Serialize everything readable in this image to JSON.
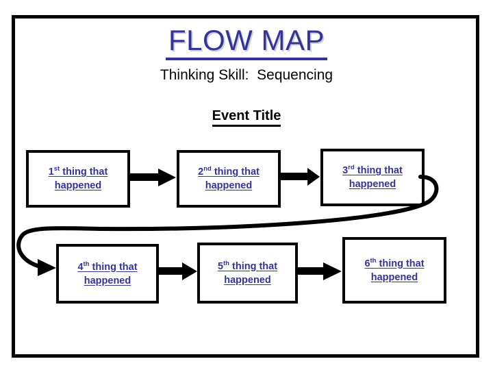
{
  "slide": {
    "main_title": "FLOW MAP",
    "subtitle": "Thinking Skill:  Sequencing",
    "event_title": "Event Title",
    "title_color": "#333399",
    "text_color": "#333399",
    "border_color": "#000000",
    "background": "#ffffff"
  },
  "flow": {
    "rows": [
      {
        "boxes": [
          {
            "ordinal": "1",
            "suffix": "st",
            "line1": " thing that",
            "line2": "happened",
            "full_text": "1st thing that happened"
          },
          {
            "ordinal": "2",
            "suffix": "nd",
            "line1": " thing that",
            "line2": "happened",
            "full_text": "2nd thing that happened"
          },
          {
            "ordinal": "3",
            "suffix": "rd",
            "line1": " thing that",
            "line2": "happened",
            "full_text": "3rd thing that happened"
          }
        ]
      },
      {
        "boxes": [
          {
            "ordinal": "4",
            "suffix": "th",
            "line1": "  thing that",
            "line2": "happened",
            "full_text": "4th  thing that happened"
          },
          {
            "ordinal": "5",
            "suffix": "th",
            "line1": " thing that",
            "line2": "happened",
            "full_text": "5th thing that happened"
          },
          {
            "ordinal": "6",
            "suffix": "th",
            "line1": " thing that",
            "line2": "happened",
            "full_text": "6th thing that happened"
          }
        ]
      }
    ],
    "connectors": [
      {
        "name": "arrow-box1-to-box2",
        "kind": "straight-arrow-right"
      },
      {
        "name": "arrow-box2-to-box3",
        "kind": "straight-arrow-right"
      },
      {
        "name": "arrow-box3-to-box4",
        "kind": "curved-wrap-arrow"
      },
      {
        "name": "arrow-box4-to-box5",
        "kind": "straight-arrow-right"
      },
      {
        "name": "arrow-box5-to-box6",
        "kind": "straight-arrow-right"
      }
    ]
  }
}
